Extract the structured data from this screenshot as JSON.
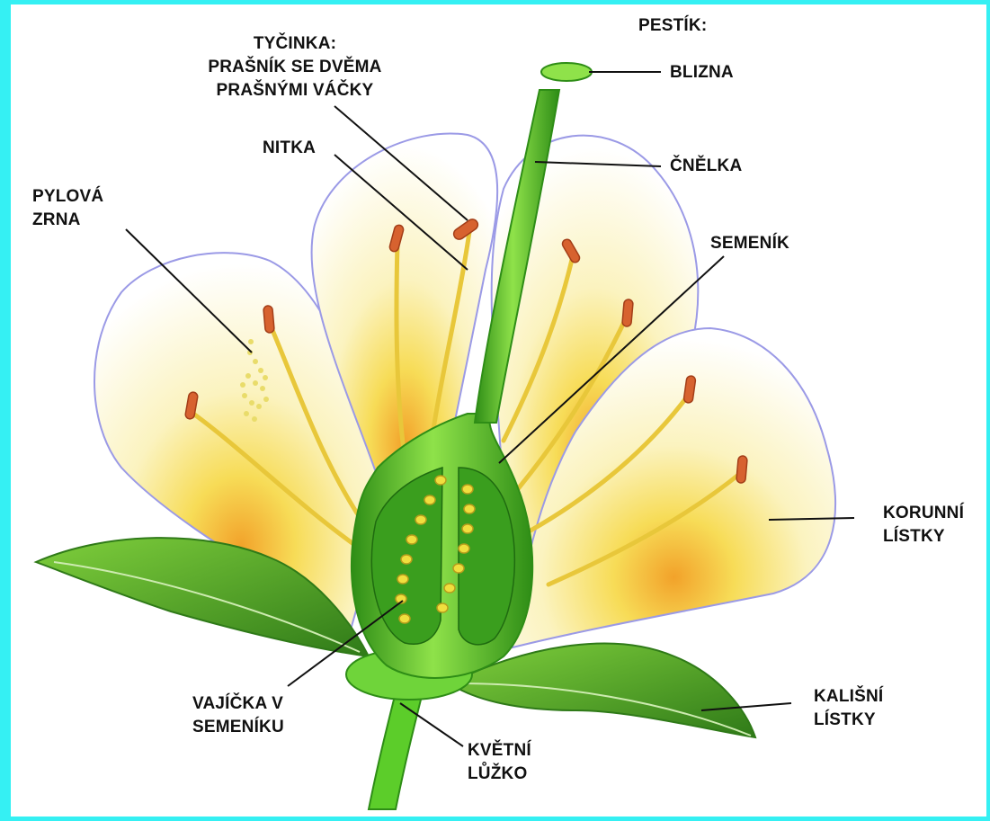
{
  "colors": {
    "frame": "#35f0f3",
    "leaf": "#4fae2a",
    "leaf_dark": "#2f7a18",
    "pistil": "#5ccd2a",
    "pistil_dark": "#2e8d16",
    "petal_edge": "#9b9ae6",
    "filament": "#e8c73a",
    "anther": "#d7622f",
    "pollen": "#e9dc6a",
    "ovule": "#f0df3e",
    "leader": "#111111"
  },
  "labels": {
    "pestik": "PESTÍK:",
    "blizna": "BLIZNA",
    "cnelka": "ČNĚLKA",
    "semenik": "SEMENÍK",
    "tycinka": [
      "TYČINKA:",
      "PRAŠNÍK SE DVĚMA",
      "PRAŠNÝMI VÁČKY"
    ],
    "nitka": "NITKA",
    "pylova_zrna": [
      "PYLOVÁ",
      "ZRNA"
    ],
    "korunni_listky": [
      "KORUNNÍ",
      "LÍSTKY"
    ],
    "kalisni_listky": [
      "KALIŠNÍ",
      "LÍSTKY"
    ],
    "vajicka": [
      "VAJÍČKA V",
      "SEMENÍKU"
    ],
    "kvetni_luzko": [
      "KVĚTNÍ",
      "LŮŽKO"
    ]
  }
}
